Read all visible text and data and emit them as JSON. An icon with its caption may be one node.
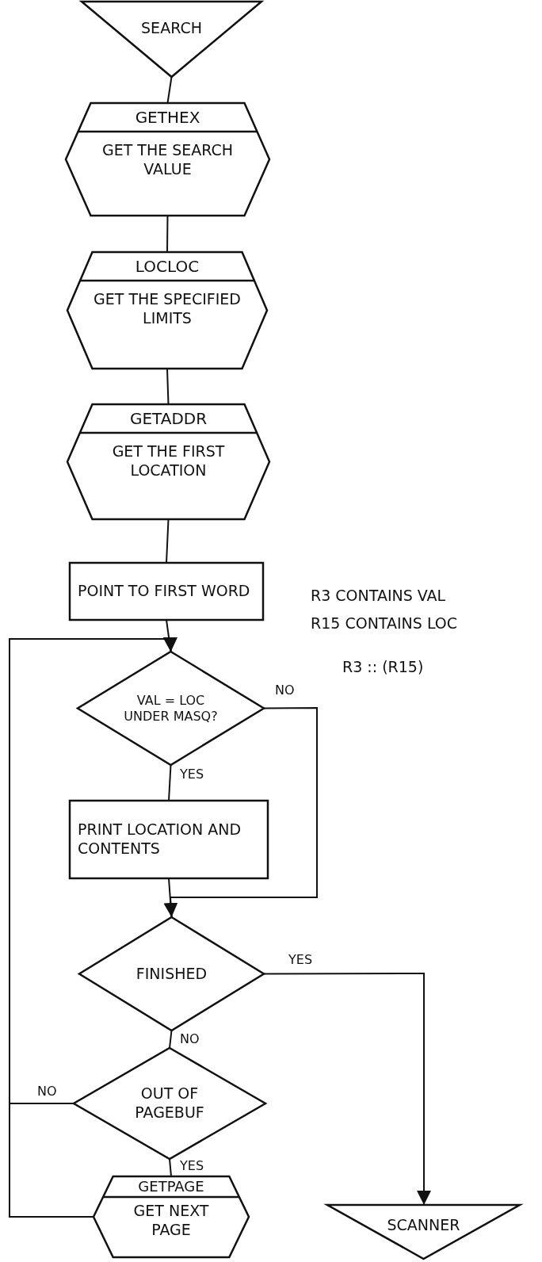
{
  "diagram": {
    "nodes": [
      {
        "text": [
          "SEARCH"
        ]
      },
      {
        "text": [
          "GETHEX",
          "GET THE SEARCH VALUE"
        ]
      },
      {
        "text": [
          "LOCLOC",
          "GET THE SPECIFIED LIMITS"
        ]
      },
      {
        "text": [
          "GETADDR",
          "GET THE FIRST LOCATION"
        ]
      },
      {
        "text": [
          "POINT TO FIRST WORD"
        ]
      },
      {
        "text": [
          "VAL = LOC UNDER MASQ?"
        ]
      },
      {
        "text": [
          "PRINT LOCATION AND CONTENTS"
        ]
      },
      {
        "text": [
          "FINISHED"
        ]
      },
      {
        "text": [
          "OUT OF PAGEBUF"
        ]
      },
      {
        "text": [
          "GETPAGE",
          "GET NEXT PAGE"
        ]
      },
      {
        "text": [
          "SCANNER"
        ]
      }
    ],
    "edges": [
      {
        "from": 0,
        "to": 1,
        "arrow": "none"
      },
      {
        "from": 1,
        "to": 2,
        "arrow": "none"
      },
      {
        "from": 2,
        "to": 3,
        "arrow": "none"
      },
      {
        "from": 3,
        "to": 4,
        "arrow": "none"
      },
      {
        "from": 4,
        "to": 5,
        "arrow": "none"
      },
      {
        "from": 5,
        "to": 6,
        "arrow": "none",
        "label": "YES"
      },
      {
        "from": 5,
        "to": 7,
        "arrow": "to",
        "label": "NO"
      },
      {
        "from": 6,
        "to": 7,
        "arrow": "none"
      },
      {
        "from": 7,
        "to": 10,
        "arrow": "to",
        "label": "YES"
      },
      {
        "from": 7,
        "to": 8,
        "arrow": "none",
        "label": "NO"
      },
      {
        "from": 8,
        "to": 5,
        "arrow": "to",
        "label": "NO"
      },
      {
        "from": 9,
        "to": 5,
        "arrow": "to"
      },
      {
        "from": 8,
        "to": 9,
        "arrow": "none",
        "label": "YES"
      }
    ],
    "labels": [
      "R3 CONTAINS VAL",
      "R15 CONTAINS LOC",
      "R3 :: (R15)"
    ]
  }
}
